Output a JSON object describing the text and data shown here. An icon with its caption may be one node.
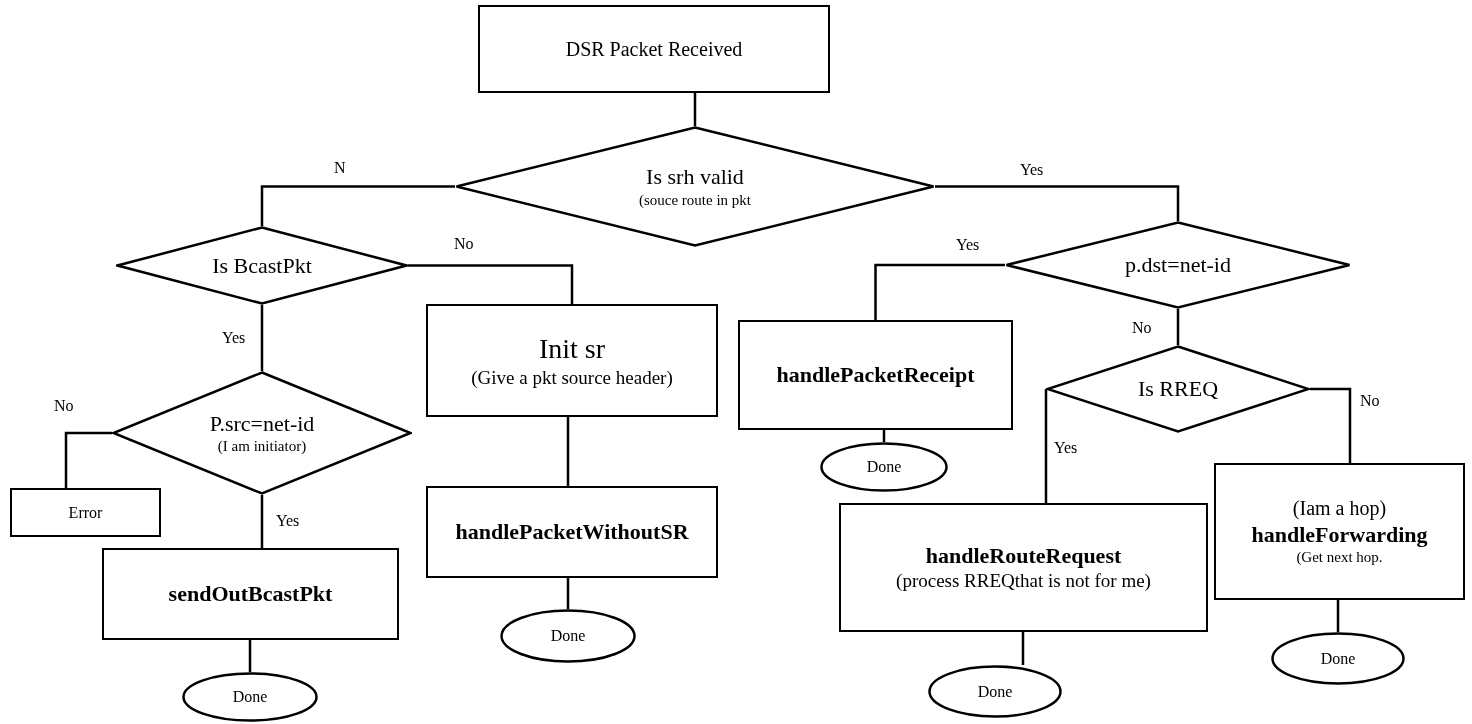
{
  "diagram": {
    "nodes": [
      {
        "text": [
          "DSR Packet Received"
        ]
      },
      {
        "text": [
          "Is srh valid",
          "(souce route in pkt"
        ]
      },
      {
        "text": [
          "Is BcastPkt"
        ]
      },
      {
        "text": [
          "Init sr",
          "(Give a pkt source header)"
        ]
      },
      {
        "text": [
          "P.src=net-id",
          "(I am initiator)"
        ]
      },
      {
        "text": [
          "Error"
        ]
      },
      {
        "text": [
          "sendOutBcastPkt"
        ]
      },
      {
        "text": [
          "handlePacketWithoutSR"
        ]
      },
      {
        "text": [
          "Done"
        ]
      },
      {
        "text": [
          "Done"
        ]
      },
      {
        "text": [
          "p.dst=net-id"
        ]
      },
      {
        "text": [
          "handlePacketReceipt"
        ]
      },
      {
        "text": [
          "Done"
        ]
      },
      {
        "text": [
          "Is RREQ"
        ]
      },
      {
        "text": [
          "handleRouteRequest",
          "(process RREQthat is not for me)"
        ]
      },
      {
        "text": [
          "(Iam a hop)",
          "handleForwarding",
          "(Get next hop."
        ]
      },
      {
        "text": [
          "Done"
        ]
      },
      {
        "text": [
          "Done"
        ]
      }
    ],
    "edges": [
      {
        "from": 0,
        "to": 1,
        "arrow": "none"
      },
      {
        "from": 1,
        "to": 2,
        "arrow": "none",
        "label": "N"
      },
      {
        "from": 1,
        "to": 10,
        "arrow": "none",
        "label": "Yes"
      },
      {
        "from": 2,
        "to": 3,
        "arrow": "none",
        "label": "No"
      },
      {
        "from": 2,
        "to": 4,
        "arrow": "none",
        "label": "Yes"
      },
      {
        "from": 4,
        "to": 5,
        "arrow": "none",
        "label": "No"
      },
      {
        "from": 4,
        "to": 6,
        "arrow": "none",
        "label": "Yes"
      },
      {
        "from": 3,
        "to": 7,
        "arrow": "none"
      },
      {
        "from": 7,
        "to": 8,
        "arrow": "none"
      },
      {
        "from": 6,
        "to": 9,
        "arrow": "none"
      },
      {
        "from": 10,
        "to": 11,
        "arrow": "none",
        "label": "Yes"
      },
      {
        "from": 10,
        "to": 13,
        "arrow": "none",
        "label": "No"
      },
      {
        "from": 13,
        "to": 14,
        "arrow": "none",
        "label": "Yes"
      },
      {
        "from": 13,
        "to": 15,
        "arrow": "none",
        "label": "No"
      },
      {
        "from": 11,
        "to": 12,
        "arrow": "none"
      },
      {
        "from": 14,
        "to": 17,
        "arrow": "none"
      },
      {
        "from": 15,
        "to": 16,
        "arrow": "none"
      }
    ]
  }
}
